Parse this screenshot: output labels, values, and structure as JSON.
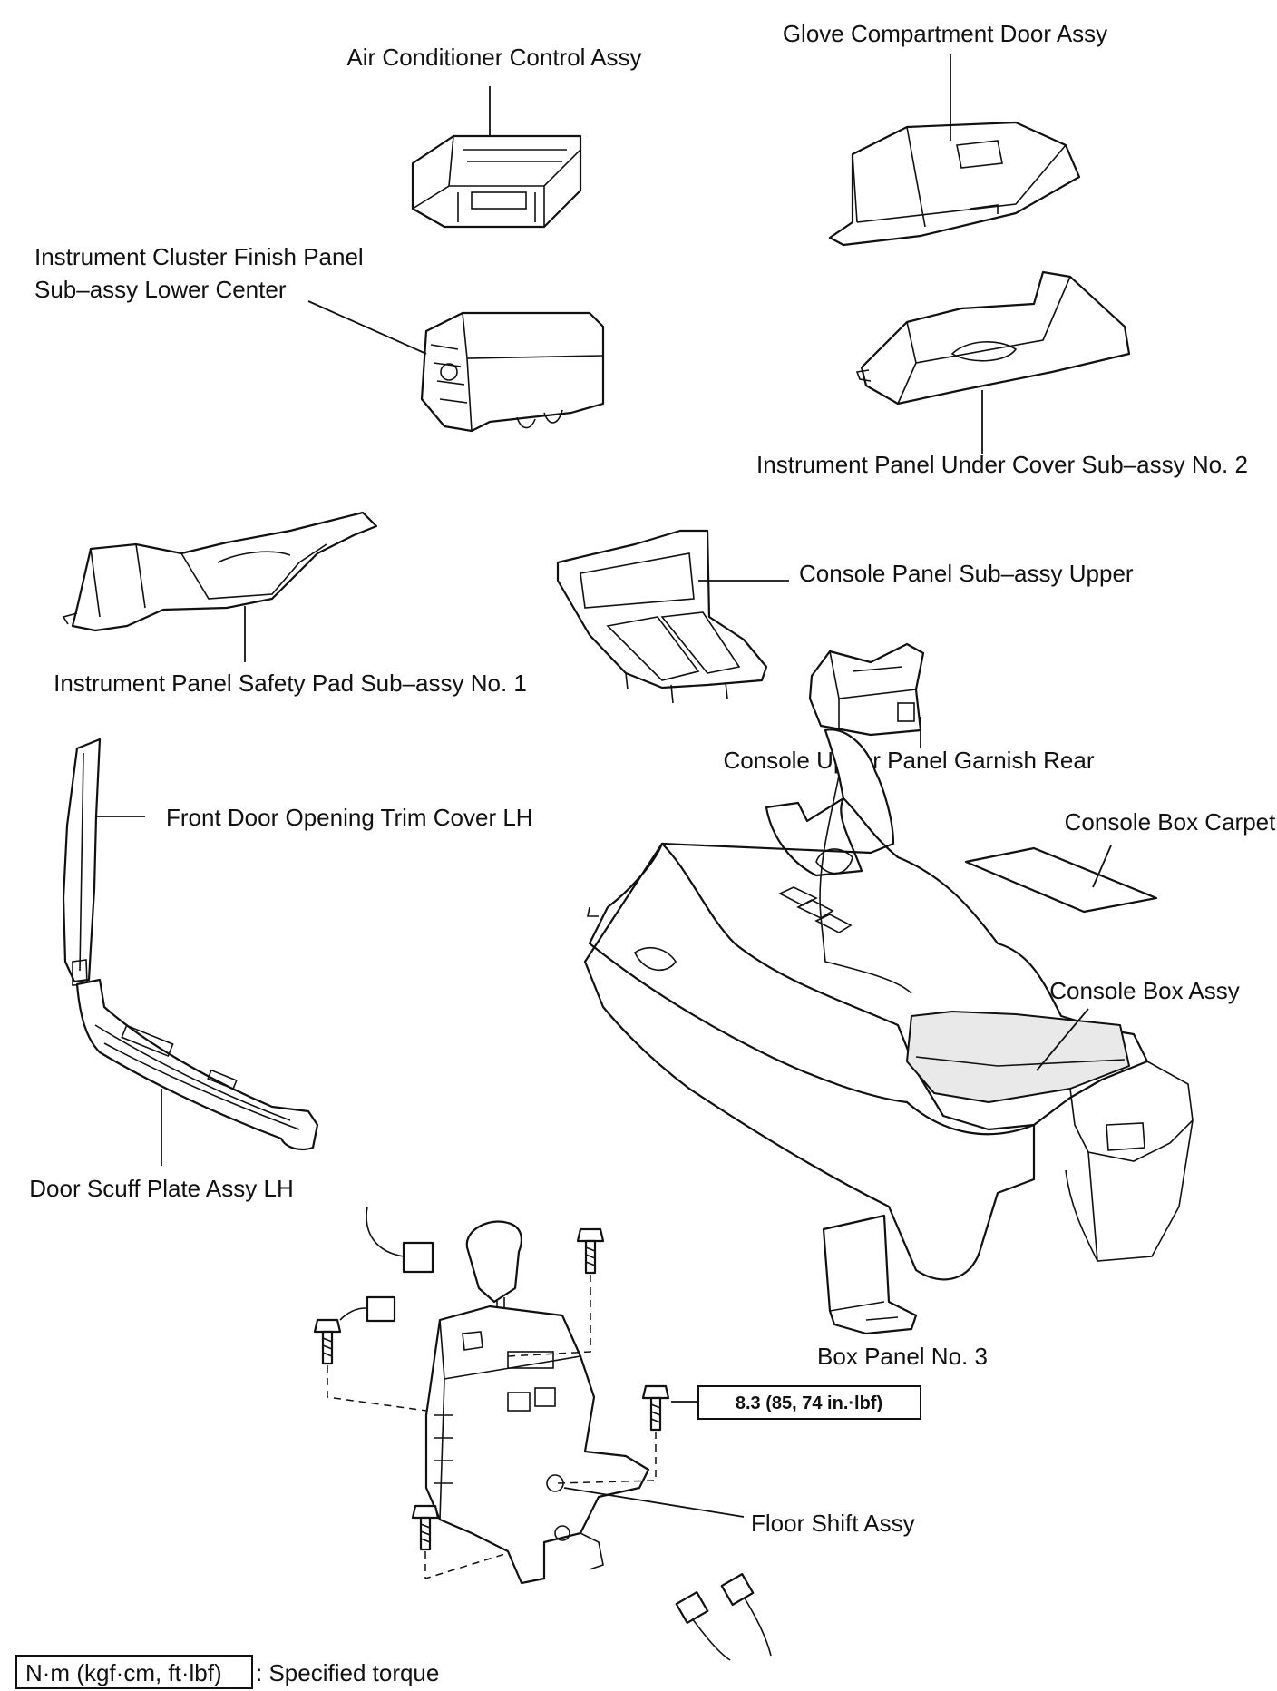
{
  "labels": {
    "air_conditioner": "Air Conditioner Control Assy",
    "glove_door": "Glove Compartment Door Assy",
    "cluster_panel_line1": "Instrument Cluster Finish Panel",
    "cluster_panel_line2": "Sub–assy Lower Center",
    "under_cover": "Instrument Panel Under Cover Sub–assy No. 2",
    "console_upper": "Console Panel Sub–assy Upper",
    "safety_pad": "Instrument Panel Safety Pad Sub–assy No. 1",
    "garnish_rear": "Console Upper Panel Garnish Rear",
    "front_door_trim": "Front Door Opening Trim Cover LH",
    "console_carpet": "Console Box Carpet",
    "console_box": "Console Box Assy",
    "door_scuff": "Door Scuff Plate Assy LH",
    "box_panel": "Box Panel No. 3",
    "floor_shift": "Floor Shift Assy"
  },
  "torque_value": "8.3 (85, 74 in.·lbf)",
  "legend": {
    "unit_box": "N·m (kgf·cm, ft·lbf)",
    "description": ": Specified torque"
  }
}
